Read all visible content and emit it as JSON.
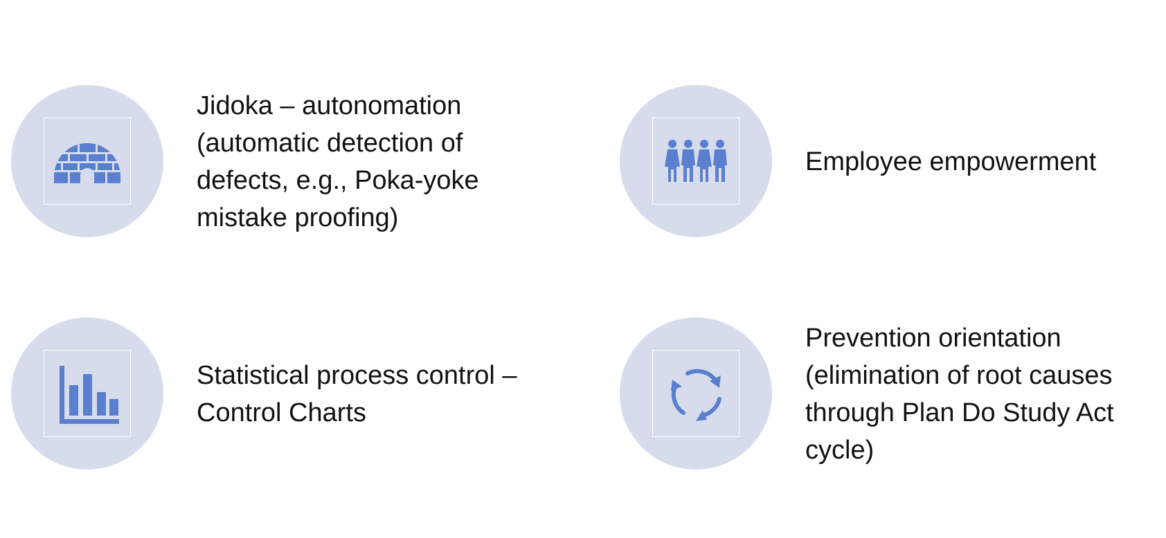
{
  "colors": {
    "circle_fill": "#d6dcec",
    "icon_fill": "#5b7fcf",
    "frame_stroke": "#ffffff",
    "text": "#111111"
  },
  "items": [
    {
      "icon": "igloo-icon",
      "text": "Jidoka – autonomation\n(automatic detection of\ndefects, e.g., Poka-yoke\nmistake proofing)"
    },
    {
      "icon": "group-of-people-icon",
      "text": "Employee empowerment"
    },
    {
      "icon": "bar-chart-icon",
      "text": "Statistical process control –\nControl Charts"
    },
    {
      "icon": "cycle-arrows-icon",
      "text": "Prevention orientation\n(elimination of root causes\nthrough Plan Do Study Act\ncycle)"
    }
  ]
}
